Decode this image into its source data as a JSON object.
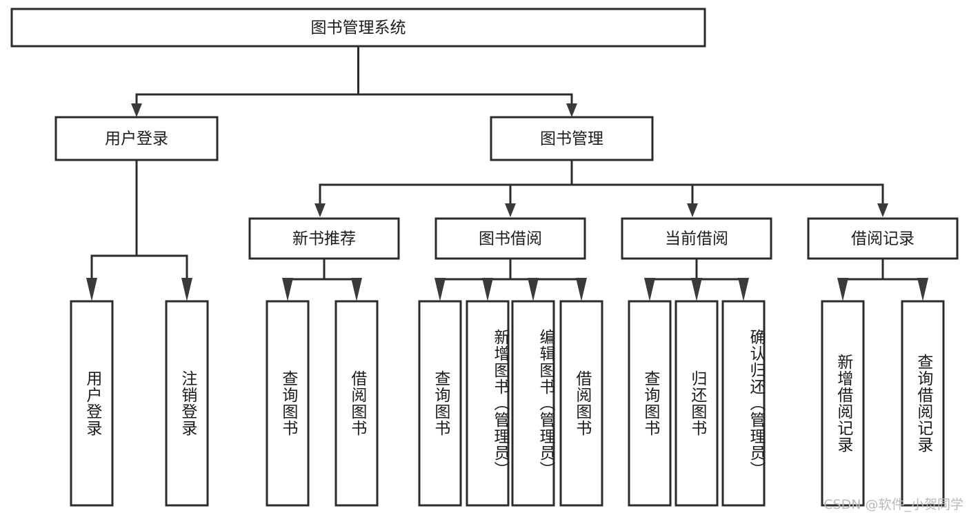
{
  "diagram": {
    "title": "图书管理系统",
    "type": "hierarchy-tree",
    "watermark": "CSDN @软件_小贺同学",
    "colors": {
      "background": "#ffffff",
      "box_stroke": "#2b2b2b",
      "box_fill": "#ffffff",
      "text": "#1b1b1b",
      "arrow": "#3a3a3a",
      "watermark": "#b9b9b9"
    },
    "root": {
      "id": "root",
      "label": "图书管理系统"
    },
    "level2": [
      {
        "id": "user-login",
        "label": "用户登录"
      },
      {
        "id": "book-manage",
        "label": "图书管理"
      }
    ],
    "level3": [
      {
        "id": "new-book-recommend",
        "label": "新书推荐",
        "parent": "book-manage"
      },
      {
        "id": "book-borrow",
        "label": "图书借阅",
        "parent": "book-manage"
      },
      {
        "id": "current-borrow",
        "label": "当前借阅",
        "parent": "book-manage"
      },
      {
        "id": "borrow-record",
        "label": "借阅记录",
        "parent": "book-manage"
      }
    ],
    "leaves": {
      "user-login": [
        {
          "id": "leaf-user-login",
          "label": "用户登录"
        },
        {
          "id": "leaf-user-logout",
          "label": "注销登录"
        }
      ],
      "new-book-recommend": [
        {
          "id": "leaf-query-book-1",
          "label": "查询图书"
        },
        {
          "id": "leaf-borrow-book-1",
          "label": "借阅图书"
        }
      ],
      "book-borrow": [
        {
          "id": "leaf-query-book-2",
          "label": "查询图书"
        },
        {
          "id": "leaf-add-book",
          "label": "新增图书（管理员）"
        },
        {
          "id": "leaf-edit-book",
          "label": "编辑图书（管理员）"
        },
        {
          "id": "leaf-borrow-book-2",
          "label": "借阅图书"
        }
      ],
      "current-borrow": [
        {
          "id": "leaf-query-book-3",
          "label": "查询图书"
        },
        {
          "id": "leaf-return-book",
          "label": "归还图书"
        },
        {
          "id": "leaf-confirm-return",
          "label": "确认归还（管理员）"
        }
      ],
      "borrow-record": [
        {
          "id": "leaf-add-record",
          "label": "新增借阅记录"
        },
        {
          "id": "leaf-query-record",
          "label": "查询借阅记录"
        }
      ]
    }
  }
}
